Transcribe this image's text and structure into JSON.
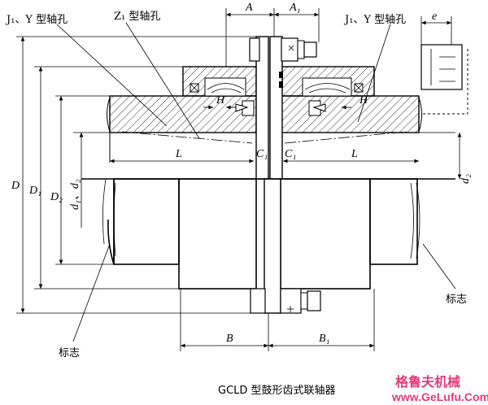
{
  "labels": {
    "top_left_bore": "J₁、Y 型轴孔",
    "top_mid_bore": "Z₁ 型轴孔",
    "top_right_bore": "J₁、Y 型轴孔",
    "mark_left": "标志",
    "mark_right": "标志"
  },
  "dims": {
    "A": "A",
    "A1": "A₁",
    "e": "e",
    "D": "D",
    "D1": "D₁",
    "D2": "D₂",
    "d1dz": "d₁、d₂",
    "dz": "d₂",
    "L_left": "L",
    "L_right": "L",
    "C1_left": "C₁",
    "C1_right": "C₁",
    "H_left": "H",
    "H_right": "H",
    "B": "B",
    "B1": "B₁"
  },
  "caption": "GCLD 型鼓形齿式联轴器",
  "watermark": {
    "cn": "格鲁夫机械",
    "url": "www.GeLufu.Com"
  }
}
